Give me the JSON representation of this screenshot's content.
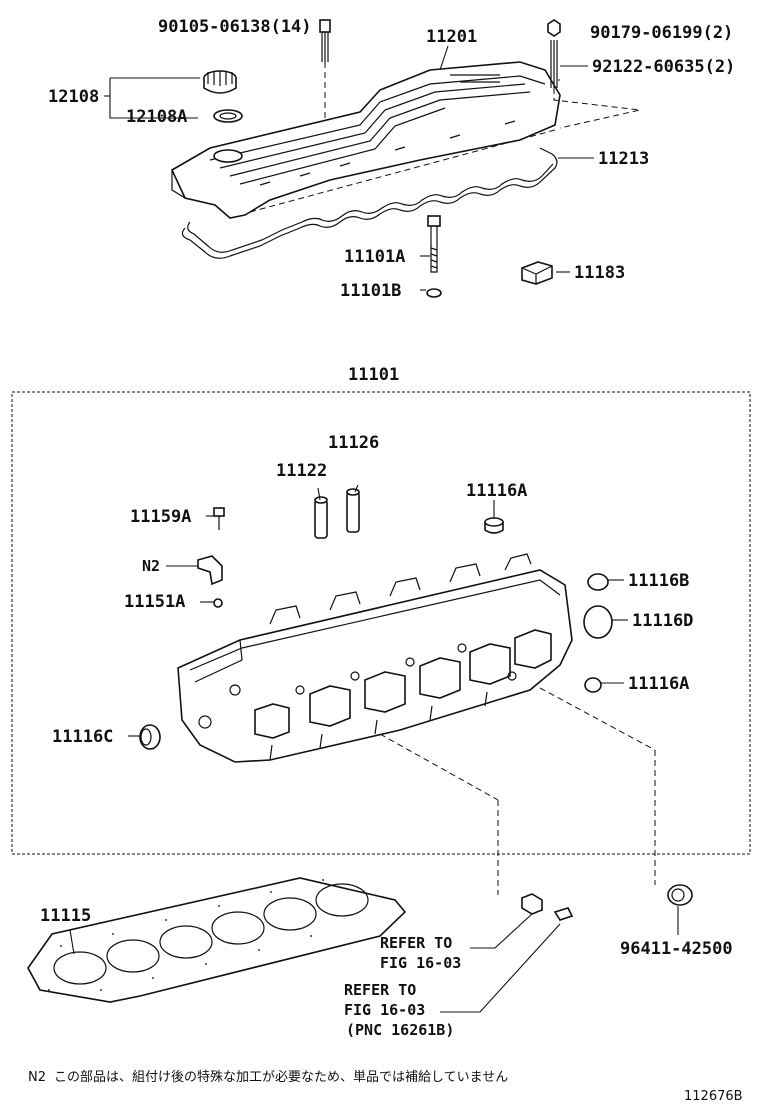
{
  "parts": {
    "bolt_90105": "90105-06138(14)",
    "cover_11201": "11201",
    "nut_90179": "90179-06199(2)",
    "stud_92122": "92122-60635(2)",
    "cap_12108": "12108",
    "gasket_12108a": "12108A",
    "gasket_11213": "11213",
    "bolt_11101a": "11101A",
    "washer_11101b": "11101B",
    "block_11183": "11183",
    "head_11101": "11101",
    "guide_11126": "11126",
    "guide_11122": "11122",
    "plug_11116a_top": "11116A",
    "bolt_11159a": "11159A",
    "note_mark_n2": "N2",
    "plug_11151a": "11151A",
    "plug_11116b": "11116B",
    "plug_11116d": "11116D",
    "plug_11116a_side": "11116A",
    "plug_11116c": "11116C",
    "head_gasket_11115": "11115",
    "seal_96411": "96411-42500"
  },
  "refs": {
    "ref1_line1": "REFER TO",
    "ref1_line2": "FIG 16-03",
    "ref2_line1": "REFER TO",
    "ref2_line2": "FIG 16-03",
    "ref2_line3": "(PNC 16261B)"
  },
  "footer": {
    "note_prefix": "N2",
    "note_text": "この部品は、組付け後の特殊な加工が必要なため、単品では補給していません",
    "figure_id": "112676B"
  }
}
